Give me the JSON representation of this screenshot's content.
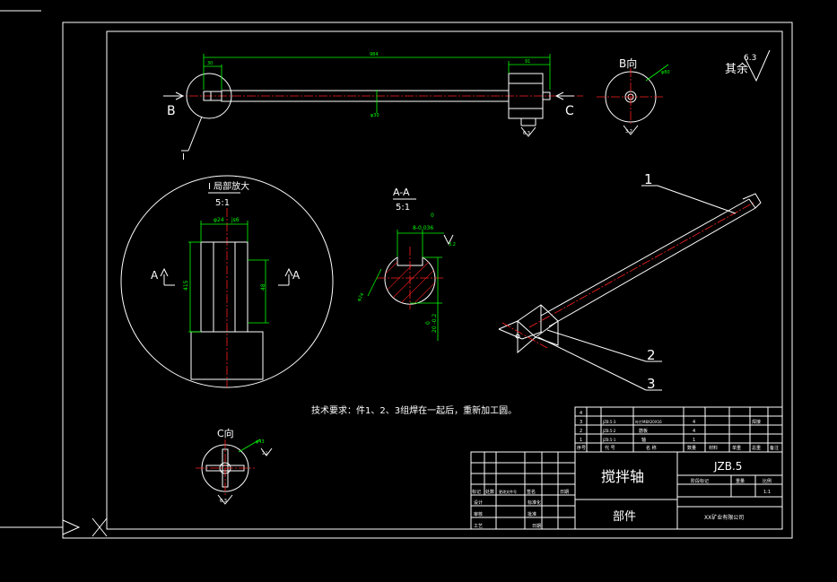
{
  "drawing": {
    "roughness_note": "其余",
    "roughness_value": "6.3",
    "view_b": "B向",
    "view_c": "C向",
    "section_title": "A-A",
    "section_scale": "5:1",
    "detail_title": "I 局部放大",
    "detail_scale": "5:1",
    "detail_marker": "I",
    "label_b": "B",
    "label_c": "C",
    "label_a": "A",
    "dims": {
      "overall": "984",
      "left_end": "30",
      "right_end": "91",
      "shaft_dia": "φ30",
      "b_dia": "φ80",
      "c_dia": "φ43",
      "key_dia": "φ24",
      "key_tol": "js6",
      "len_415": "415",
      "len_48": "48",
      "sec_w0": "0",
      "sec_w": "8-0.036",
      "sec_depth0": "0",
      "sec_depth": "20 -0.2",
      "sec_dia": "φ24",
      "rough_a": "6.3",
      "rough_b": "3.2"
    },
    "balloons": [
      "1",
      "2",
      "3"
    ],
    "tech_req": "技术要求：件1、2、3组焊在一起后，重新加工圆。"
  },
  "bom": {
    "headers": [
      "序号",
      "代 号",
      "名 称",
      "数量",
      "材料",
      "单重",
      "总重",
      "备注"
    ],
    "rows": [
      [
        "4",
        "",
        "",
        "",
        "",
        "",
        "",
        ""
      ],
      [
        "3",
        "JZB.5-3",
        "叶片M8X20X16",
        "4",
        "",
        "",
        "",
        "焊接"
      ],
      [
        "2",
        "JZB.5-2",
        "筋板",
        "4",
        "",
        "",
        "",
        ""
      ],
      [
        "1",
        "JZB.5-1",
        "轴",
        "1",
        "",
        "",
        "",
        ""
      ]
    ]
  },
  "title_block": {
    "part_name": "搅拌轴",
    "drawing_no": "JZB.5",
    "part_type": "部件",
    "company": "XX矿业有限公司",
    "stage_label": "阶段标记",
    "weight_label": "重量",
    "scale_label": "比例",
    "scale_value": "1:1",
    "left_labels": [
      "标记",
      "处数",
      "更改文件号",
      "签名",
      "日期"
    ],
    "design": "设计",
    "check": "审核",
    "process": "工艺",
    "std": "标准化",
    "approve": "批准",
    "date": "日期"
  }
}
